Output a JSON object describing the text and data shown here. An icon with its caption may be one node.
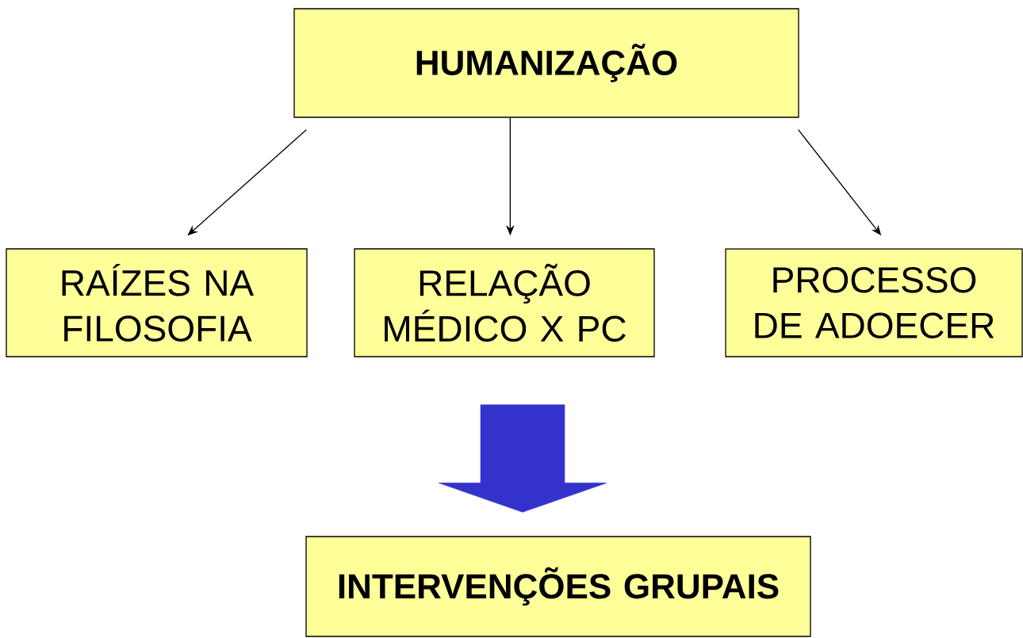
{
  "diagram": {
    "nodes": [
      {
        "text": [
          "HUMANIZAÇÃO"
        ]
      },
      {
        "text": [
          "RAÍZES NA FILOSOFIA"
        ]
      },
      {
        "text": [
          "RELAÇÃO MÉDICO X PC"
        ]
      },
      {
        "text": [
          "PROCESSO DE ADOECER"
        ]
      },
      {
        "text": [
          "INTERVENÇÕES GRUPAIS"
        ]
      }
    ],
    "edges": [
      {
        "from": 0,
        "to": 1,
        "arrow": "to"
      },
      {
        "from": 0,
        "to": 2,
        "arrow": "to"
      },
      {
        "from": 0,
        "to": 3,
        "arrow": "to"
      },
      {
        "from": 2,
        "to": 4,
        "arrow": "to",
        "style": "thick",
        "color": "#3333cc"
      }
    ]
  }
}
